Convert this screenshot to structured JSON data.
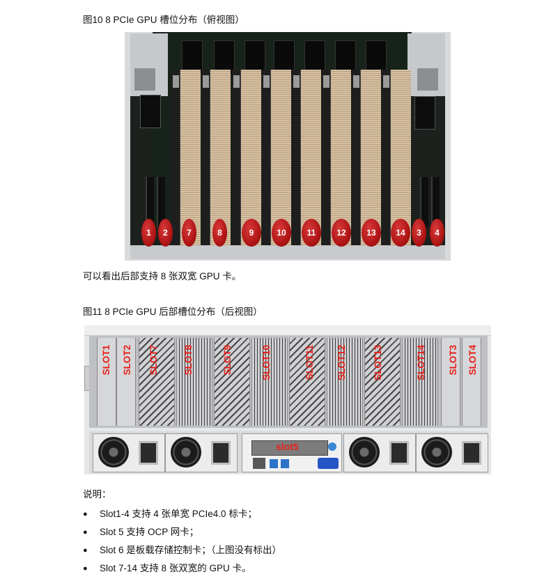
{
  "figure10": {
    "caption": "图10  8 PCIe GPU 槽位分布（俯视图）",
    "markers": [
      "1",
      "2",
      "7",
      "8",
      "9",
      "10",
      "11",
      "12",
      "13",
      "14",
      "3",
      "4"
    ]
  },
  "figure10_note": "可以看出后部支持 8 张双宽 GPU 卡。",
  "figure11": {
    "caption": "图11  8 PCIe GPU 后部槽位分布（后视图）",
    "slot_labels": [
      "SLOT1",
      "SLOT2",
      "SLOT7",
      "SLOT8",
      "SLOT9",
      "SLOT10",
      "SLOT11",
      "SLOT12",
      "SLOT13",
      "SLOT14",
      "SLOT3",
      "SLOT4"
    ],
    "ocp_label": "slot5",
    "label_color": "#e8201a"
  },
  "notes": {
    "heading": "说明：",
    "items": [
      "Slot1-4 支持 4 张单宽 PCIe4.0 标卡；",
      "Slot 5 支持 OCP 网卡；",
      "Slot 6 是板载存储控制卡；（上图没有标出）",
      "Slot 7-14 支持 8 张双宽的 GPU 卡。"
    ]
  },
  "marker_color": "#b01515"
}
